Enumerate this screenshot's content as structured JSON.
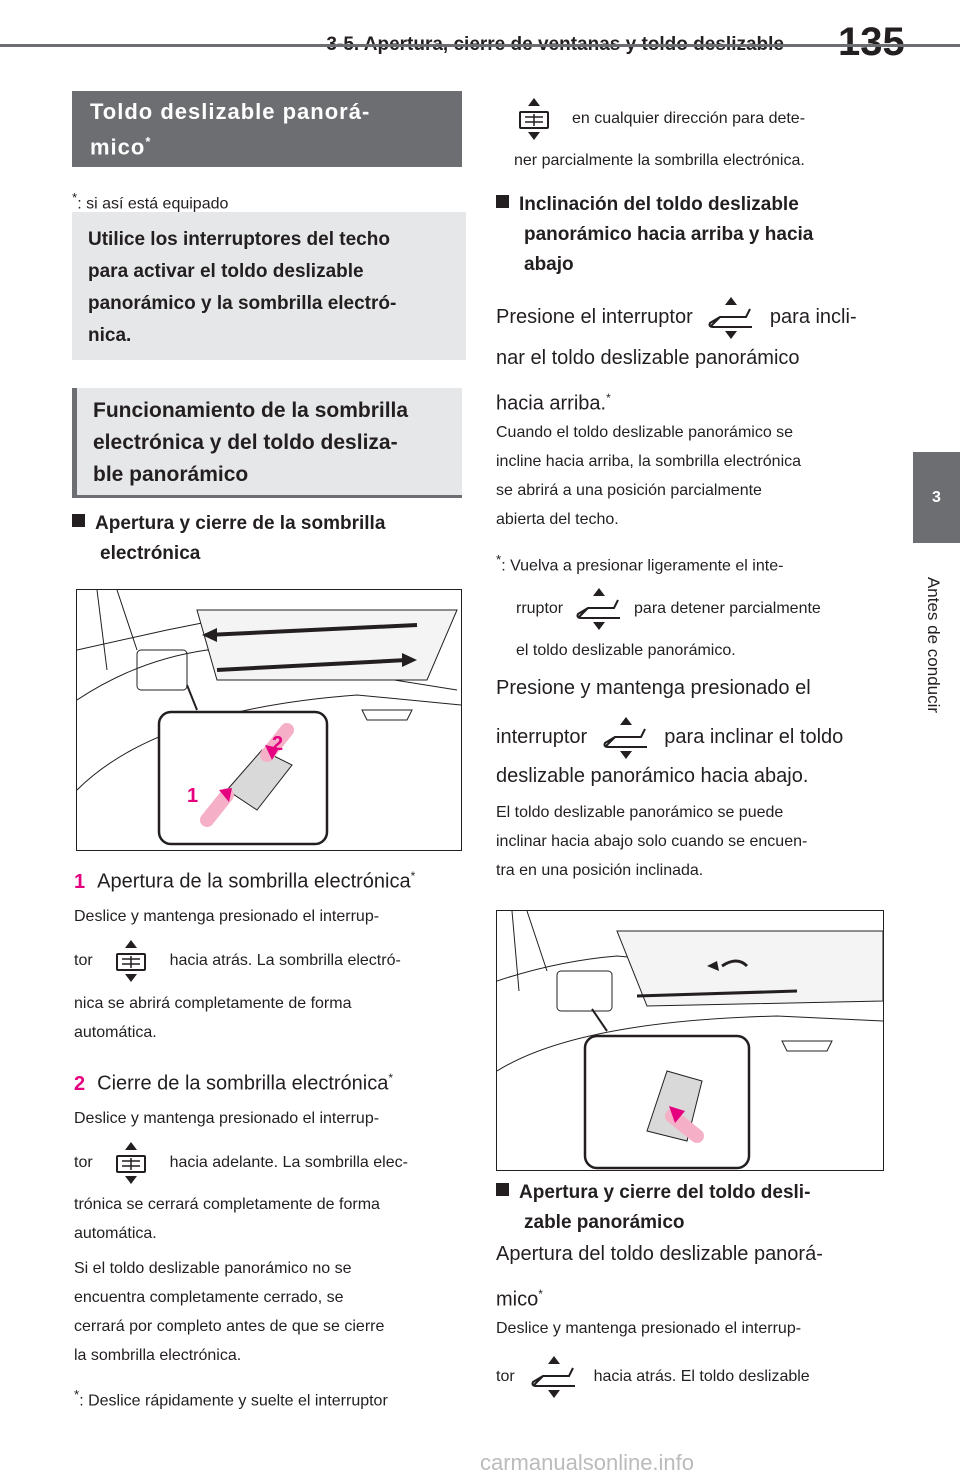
{
  "header": {
    "section": "3-5. Apertura, cierre de ventanas y toldo deslizable",
    "page": "135"
  },
  "tab": {
    "number": "3",
    "label": "Antes de conducir"
  },
  "left": {
    "title": "Toldo deslizable panorá-",
    "title2": "mico",
    "title_star": "*",
    "footnote_star": "*",
    "footnote": ":  si así está equipado",
    "intro": [
      "Utilice los interruptores del techo",
      "para activar el toldo deslizable",
      "panorámico y la sombrilla electró-",
      "nica."
    ],
    "func": [
      "Funcionamiento de la sombrilla",
      "electrónica y del toldo desliza-",
      "ble panorámico"
    ],
    "sub1": [
      "Apertura y cierre de la sombrilla",
      "electrónica"
    ],
    "fig1_labels": [
      "1",
      "2"
    ],
    "item1_num": "1",
    "item1": "Apertura de la sombrilla electrónica",
    "item1_desc": [
      "Deslice y mantenga presionado el interrup-",
      "tor",
      "hacia atrás. La sombrilla electró-",
      "nica se abrirá completamente de forma",
      "automática."
    ],
    "item2_num": "2",
    "item2": "Cierre de la sombrilla electrónica",
    "item2_desc": [
      "Deslice y mantenga presionado el interrup-",
      "tor",
      "hacia adelante. La sombrilla elec-",
      "trónica se cerrará completamente de forma",
      "automática."
    ],
    "note": [
      "Si el toldo deslizable panorámico no se",
      "encuentra completamente cerrado, se",
      "cerrará por completo antes de que se cierre",
      "la sombrilla electrónica."
    ],
    "foot2": ":  Deslice rápidamente y suelte el interruptor"
  },
  "right": {
    "cont1": "en cualquier dirección para dete-",
    "cont2": "ner parcialmente la sombrilla electrónica.",
    "sub2": [
      "Inclinación del toldo deslizable",
      "panorámico hacia arriba y hacia",
      "abajo"
    ],
    "p1a": "Presione el interruptor",
    "p1b": "para incli-",
    "p1c": "nar el toldo deslizable panorámico",
    "p1d": "hacia arriba.",
    "s1": [
      "Cuando el toldo deslizable panorámico se",
      "incline hacia arriba, la sombrilla electrónica",
      "se abrirá a una posición parcialmente",
      "abierta del techo."
    ],
    "f1a": ":  Vuelva a presionar ligeramente el inte-",
    "f1b": "rruptor",
    "f1c": "para detener parcialmente",
    "f1d": "el toldo deslizable panorámico.",
    "p2a": "Presione y mantenga presionado el",
    "p2b": "interruptor",
    "p2c": "para inclinar el toldo",
    "p2d": "deslizable panorámico hacia abajo.",
    "s2": [
      "El toldo deslizable panorámico se puede",
      "inclinar hacia abajo solo cuando se encuen-",
      "tra en una posición inclinada."
    ],
    "sub3": [
      "Apertura y cierre del toldo desli-",
      "zable panorámico"
    ],
    "p3a": "Apertura del toldo deslizable panorá-",
    "p3b": "mico",
    "s3a": "Deslice y mantenga presionado el interrup-",
    "s3b": "tor",
    "s3c": "hacia atrás. El toldo deslizable"
  },
  "watermark": "carmanualsonline.info"
}
